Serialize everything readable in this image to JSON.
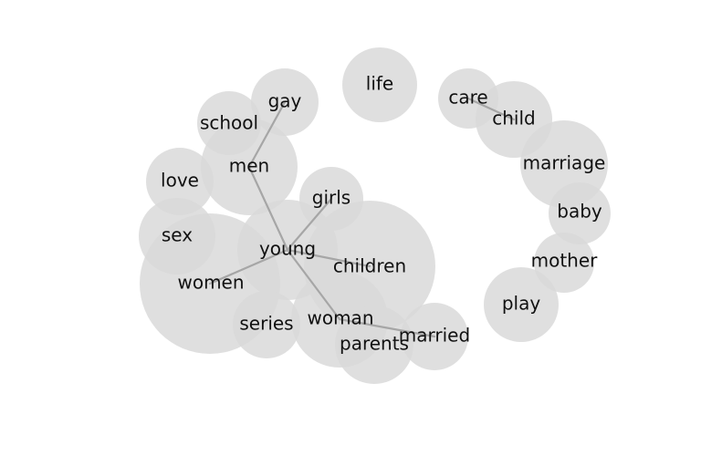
{
  "colors": {
    "background": "#ffffff",
    "bubble": "#d9d9d9",
    "edge": "#a6a6a6",
    "text": "#111111"
  },
  "nodes": [
    {
      "id": "women",
      "label": "women"
    },
    {
      "id": "children",
      "label": "children"
    },
    {
      "id": "men",
      "label": "men"
    },
    {
      "id": "young",
      "label": "young"
    },
    {
      "id": "woman",
      "label": "woman"
    },
    {
      "id": "parents",
      "label": "parents"
    },
    {
      "id": "marriage",
      "label": "marriage"
    },
    {
      "id": "child",
      "label": "child"
    },
    {
      "id": "life",
      "label": "life"
    },
    {
      "id": "sex",
      "label": "sex"
    },
    {
      "id": "play",
      "label": "play"
    },
    {
      "id": "married",
      "label": "married"
    },
    {
      "id": "love",
      "label": "love"
    },
    {
      "id": "series",
      "label": "series"
    },
    {
      "id": "gay",
      "label": "gay"
    },
    {
      "id": "girls",
      "label": "girls"
    },
    {
      "id": "school",
      "label": "school"
    },
    {
      "id": "baby",
      "label": "baby"
    },
    {
      "id": "mother",
      "label": "mother"
    },
    {
      "id": "care",
      "label": "care"
    }
  ],
  "edges": [
    {
      "source": "young",
      "target": "women"
    },
    {
      "source": "young",
      "target": "girls"
    },
    {
      "source": "young",
      "target": "children"
    },
    {
      "source": "young",
      "target": "woman"
    },
    {
      "source": "men",
      "target": "gay"
    },
    {
      "source": "men",
      "target": "young"
    },
    {
      "source": "woman",
      "target": "married"
    },
    {
      "source": "care",
      "target": "child"
    }
  ]
}
